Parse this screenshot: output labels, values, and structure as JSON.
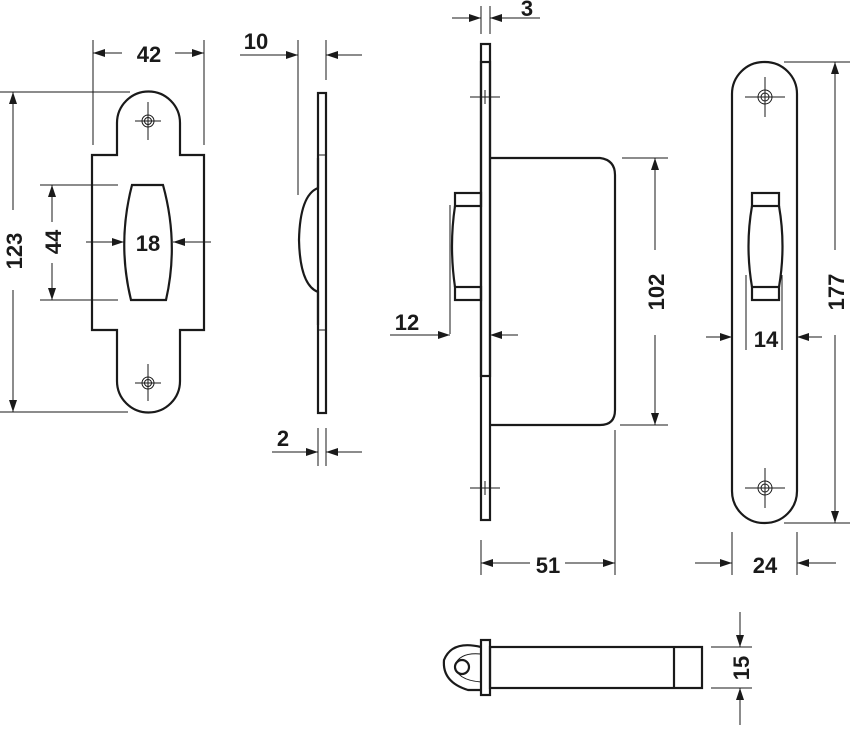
{
  "dimensions": {
    "strike_width": "42",
    "strike_height": "123",
    "slot_height": "44",
    "slot_width": "18",
    "strike_bump_depth": "10",
    "strike_thickness": "2",
    "faceplate_thickness": "3",
    "bolt_throw": "12",
    "case_height": "102",
    "backset": "51",
    "forend_height": "177",
    "forend_width": "24",
    "bolt_width": "14",
    "bolt_thickness": "15"
  },
  "colors": {
    "line": "#1a1a1a",
    "background": "#ffffff"
  }
}
